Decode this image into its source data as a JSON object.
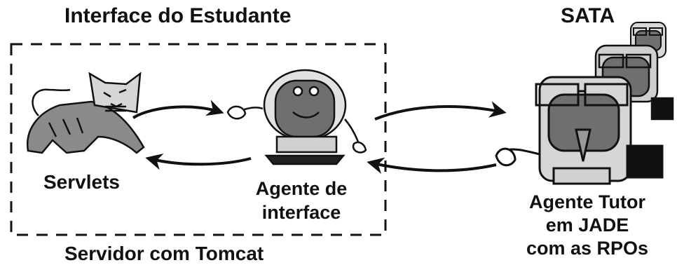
{
  "labels": {
    "student_interface": "Interface do Estudante",
    "sata": "SATA",
    "servlets": "Servlets",
    "interface_agent_line1": "Agente de",
    "interface_agent_line2": "interface",
    "tutor_line1": "Agente Tutor",
    "tutor_line2": "em JADE",
    "tutor_line3": "com as RPOs",
    "server": "Servidor com Tomcat"
  }
}
